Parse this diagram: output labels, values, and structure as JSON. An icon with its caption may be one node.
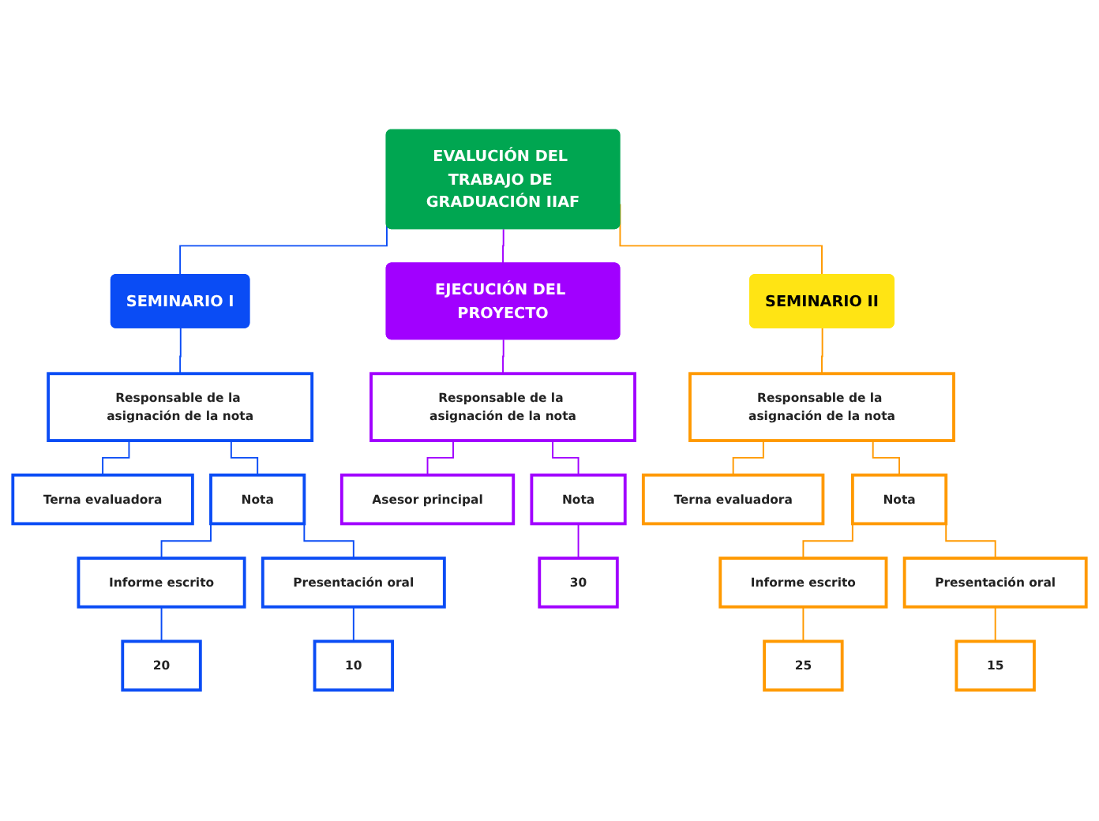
{
  "diagram": {
    "nodes": [
      {
        "text": [
          "EVALUCIÓN DEL TRABAJO DE GRADUACIÓN IIAF"
        ]
      },
      {
        "text": [
          "SEMINARIO I"
        ]
      },
      {
        "text": [
          "EJECUCIÓN DEL PROYECTO"
        ]
      },
      {
        "text": [
          "SEMINARIO II"
        ]
      },
      {
        "text": [
          "Responsable de la asignación de la nota"
        ]
      },
      {
        "text": [
          "Responsable de la asignación de la nota"
        ]
      },
      {
        "text": [
          "Responsable de la asignación de la nota"
        ]
      },
      {
        "text": [
          "Terna evaluadora"
        ]
      },
      {
        "text": [
          "Nota"
        ]
      },
      {
        "text": [
          "Asesor principal"
        ]
      },
      {
        "text": [
          "Nota"
        ]
      },
      {
        "text": [
          "Terna evaluadora"
        ]
      },
      {
        "text": [
          "Nota"
        ]
      },
      {
        "text": [
          "Informe escrito"
        ]
      },
      {
        "text": [
          "Presentación oral"
        ]
      },
      {
        "text": [
          "30"
        ]
      },
      {
        "text": [
          "Informe escrito"
        ]
      },
      {
        "text": [
          "Presentación oral"
        ]
      },
      {
        "text": [
          "20"
        ]
      },
      {
        "text": [
          "10"
        ]
      },
      {
        "text": [
          "25"
        ]
      },
      {
        "text": [
          "15"
        ]
      }
    ],
    "edges": [
      {
        "from": 0,
        "to": 1,
        "arrow": "none",
        "color": "#0a4cf5"
      },
      {
        "from": 0,
        "to": 2,
        "arrow": "none",
        "color": "#a100ff"
      },
      {
        "from": 0,
        "to": 3,
        "arrow": "none",
        "color": "#ff9900"
      },
      {
        "from": 1,
        "to": 4,
        "arrow": "none",
        "color": "#0a4cf5"
      },
      {
        "from": 2,
        "to": 5,
        "arrow": "none",
        "color": "#a100ff"
      },
      {
        "from": 3,
        "to": 6,
        "arrow": "none",
        "color": "#ff9900"
      },
      {
        "from": 4,
        "to": 7,
        "arrow": "none",
        "color": "#0a4cf5"
      },
      {
        "from": 4,
        "to": 8,
        "arrow": "none",
        "color": "#0a4cf5"
      },
      {
        "from": 5,
        "to": 9,
        "arrow": "none",
        "color": "#a100ff"
      },
      {
        "from": 5,
        "to": 10,
        "arrow": "none",
        "color": "#a100ff"
      },
      {
        "from": 6,
        "to": 11,
        "arrow": "none",
        "color": "#ff9900"
      },
      {
        "from": 6,
        "to": 12,
        "arrow": "none",
        "color": "#ff9900"
      },
      {
        "from": 8,
        "to": 13,
        "arrow": "none",
        "color": "#0a4cf5"
      },
      {
        "from": 8,
        "to": 14,
        "arrow": "none",
        "color": "#0a4cf5"
      },
      {
        "from": 10,
        "to": 15,
        "arrow": "none",
        "color": "#a100ff"
      },
      {
        "from": 12,
        "to": 16,
        "arrow": "none",
        "color": "#ff9900"
      },
      {
        "from": 12,
        "to": 17,
        "arrow": "none",
        "color": "#ff9900"
      },
      {
        "from": 13,
        "to": 18,
        "arrow": "none",
        "color": "#0a4cf5"
      },
      {
        "from": 14,
        "to": 19,
        "arrow": "none",
        "color": "#0a4cf5"
      },
      {
        "from": 16,
        "to": 20,
        "arrow": "none",
        "color": "#ff9900"
      },
      {
        "from": 17,
        "to": 21,
        "arrow": "none",
        "color": "#ff9900"
      }
    ]
  }
}
